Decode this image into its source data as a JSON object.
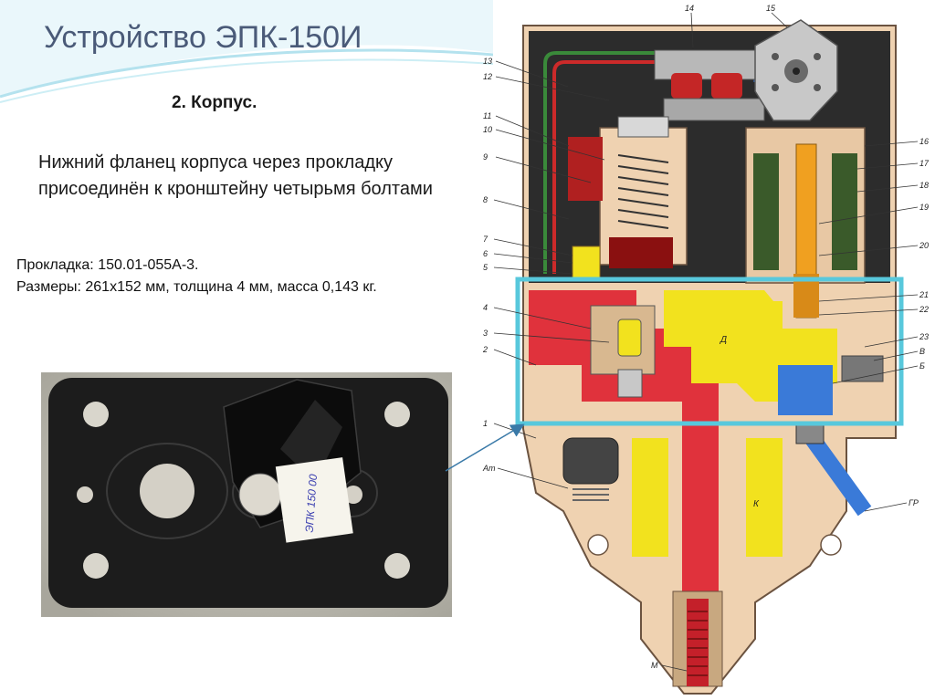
{
  "slide": {
    "title": "Устройство ЭПК-150И",
    "subtitle": "2. Корпус.",
    "description": "Нижний фланец корпуса через прокладку присоединён к кронштейну четырьмя болтами",
    "spec_gasket": "Прокладка: 150.01-055А-3.",
    "spec_dimensions": "Размеры: 261х152 мм, толщина 4 мм, масса 0,143 кг."
  },
  "photo": {
    "label_text": "ЭПК 150 00"
  },
  "diagram": {
    "labels_left": [
      "13",
      "12",
      "11",
      "10",
      "9",
      "8",
      "7",
      "6",
      "5",
      "4",
      "3",
      "2",
      "1",
      "Ат"
    ],
    "labels_top": [
      "14",
      "15"
    ],
    "labels_right": [
      "16",
      "17",
      "18",
      "19",
      "20",
      "21",
      "22",
      "23",
      "В",
      "Б",
      "ГР"
    ],
    "label_bottom": "М",
    "zone_d": "Д",
    "zone_k": "К"
  },
  "colors": {
    "title": "#4a5a78",
    "highlight": "#58c8dc",
    "body_beige": "#efd2b1",
    "channel_red": "#e0323c",
    "channel_yellow": "#f2e21e",
    "channel_blue": "#3a7ad8",
    "dark_cover": "#2c2c2c",
    "gasket": "#1a1a1a"
  }
}
